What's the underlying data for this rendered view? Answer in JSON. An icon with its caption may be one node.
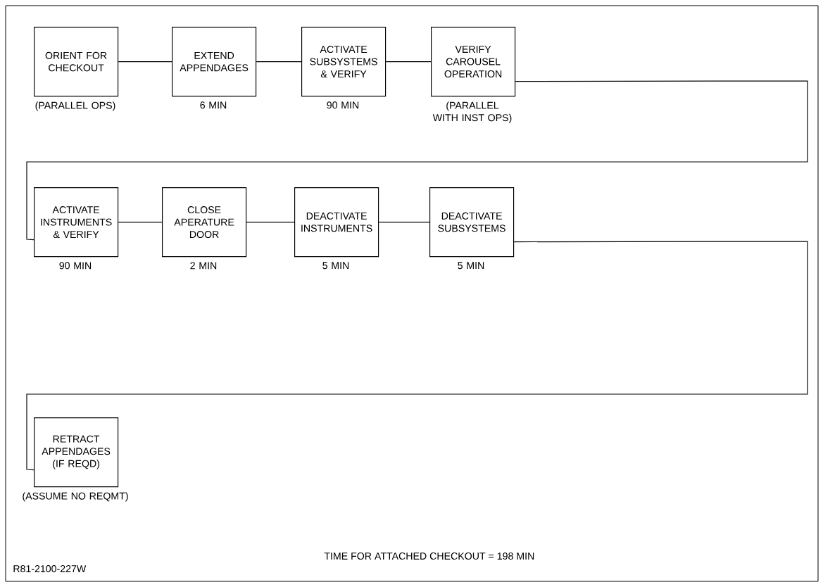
{
  "diagram": {
    "nodes": [
      {
        "text": [
          "ORIENT FOR CHECKOUT"
        ],
        "beside": [
          "(PARALLEL OPS)"
        ]
      },
      {
        "text": [
          "EXTEND APPENDAGES"
        ],
        "beside": [
          "6 MIN"
        ]
      },
      {
        "text": [
          "ACTIVATE SUBSYSTEMS & VERIFY"
        ],
        "beside": [
          "90 MIN"
        ]
      },
      {
        "text": [
          "VERIFY CAROUSEL OPERATION"
        ],
        "beside": [
          "(PARALLEL WITH INST OPS)"
        ]
      },
      {
        "text": [
          "ACTIVATE INSTRUMENTS & VERIFY"
        ],
        "beside": [
          "90 MIN"
        ]
      },
      {
        "text": [
          "CLOSE APERATURE DOOR"
        ],
        "beside": [
          "2 MIN"
        ]
      },
      {
        "text": [
          "DEACTIVATE INSTRUMENTS"
        ],
        "beside": [
          "5 MIN"
        ]
      },
      {
        "text": [
          "DEACTIVATE SUBSYSTEMS"
        ],
        "beside": [
          "5 MIN"
        ]
      },
      {
        "text": [
          "RETRACT APPENDAGES (IF REQD)"
        ],
        "beside": [
          "(ASSUME NO REQMT)"
        ]
      }
    ],
    "edges": [
      {
        "from": 0,
        "to": 1,
        "arrow": "none"
      },
      {
        "from": 1,
        "to": 2,
        "arrow": "none"
      },
      {
        "from": 2,
        "to": 3,
        "arrow": "none"
      },
      {
        "from": 3,
        "to": 4,
        "arrow": "none"
      },
      {
        "from": 4,
        "to": 5,
        "arrow": "none"
      },
      {
        "from": 5,
        "to": 6,
        "arrow": "none"
      },
      {
        "from": 6,
        "to": 7,
        "arrow": "none"
      },
      {
        "from": 7,
        "to": 8,
        "arrow": "none"
      }
    ],
    "labels": [
      "TIME FOR ATTACHED CHECKOUT = 198 MIN",
      "R81-2100-227W"
    ]
  }
}
